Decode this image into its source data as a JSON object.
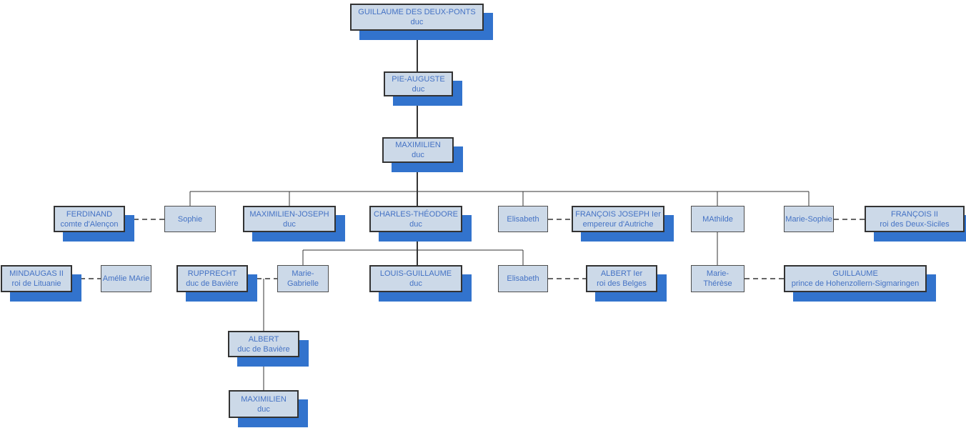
{
  "colors": {
    "background": "#ffffff",
    "box_fill": "#ccd9e8",
    "box_border": "#333333",
    "plain_box_border": "#4d4d4d",
    "shadow_blue": "#3273cd",
    "text_blue": "#4472c4",
    "solid_line": "#333333",
    "dashed_line": "#666666"
  },
  "nodes": [
    {
      "name": "GUILLAUME DES DEUX-PONTS",
      "title": "duc"
    },
    {
      "name": "PIE-AUGUSTE",
      "title": "duc"
    },
    {
      "name": "MAXIMILIEN",
      "title": "duc"
    },
    {
      "name": "FERDINAND",
      "title": "comte d'Alençon"
    },
    {
      "name": "Sophie",
      "title": ""
    },
    {
      "name": "MAXIMILIEN-JOSEPH",
      "title": "duc"
    },
    {
      "name": "CHARLES-THÉODORE",
      "title": "duc"
    },
    {
      "name": "Elisabeth",
      "title": ""
    },
    {
      "name": "FRANÇOIS JOSEPH Ier",
      "title": "empereur d'Autriche"
    },
    {
      "name": "MAthilde",
      "title": ""
    },
    {
      "name": "Marie-Sophie",
      "title": ""
    },
    {
      "name": "FRANÇOIS II",
      "title": "roi des Deux-Siciles"
    },
    {
      "name": "MINDAUGAS II",
      "title": "roi de Lituanie"
    },
    {
      "name": "Amélie MArie",
      "title": ""
    },
    {
      "name": "RUPPRECHT",
      "title": "duc de Bavière"
    },
    {
      "name": "Marie-\nGabrielle",
      "title": ""
    },
    {
      "name": "LOUIS-GUILLAUME",
      "title": "duc"
    },
    {
      "name": "Elisabeth",
      "title": ""
    },
    {
      "name": "ALBERT Ier",
      "title": "roi des Belges"
    },
    {
      "name": "Marie-\nThérèse",
      "title": ""
    },
    {
      "name": "GUILLAUME",
      "title": "prince de Hohenzollern-Sigmaringen"
    },
    {
      "name": "ALBERT",
      "title": "duc de Bavière"
    },
    {
      "name": "MAXIMILIEN",
      "title": "duc"
    }
  ]
}
